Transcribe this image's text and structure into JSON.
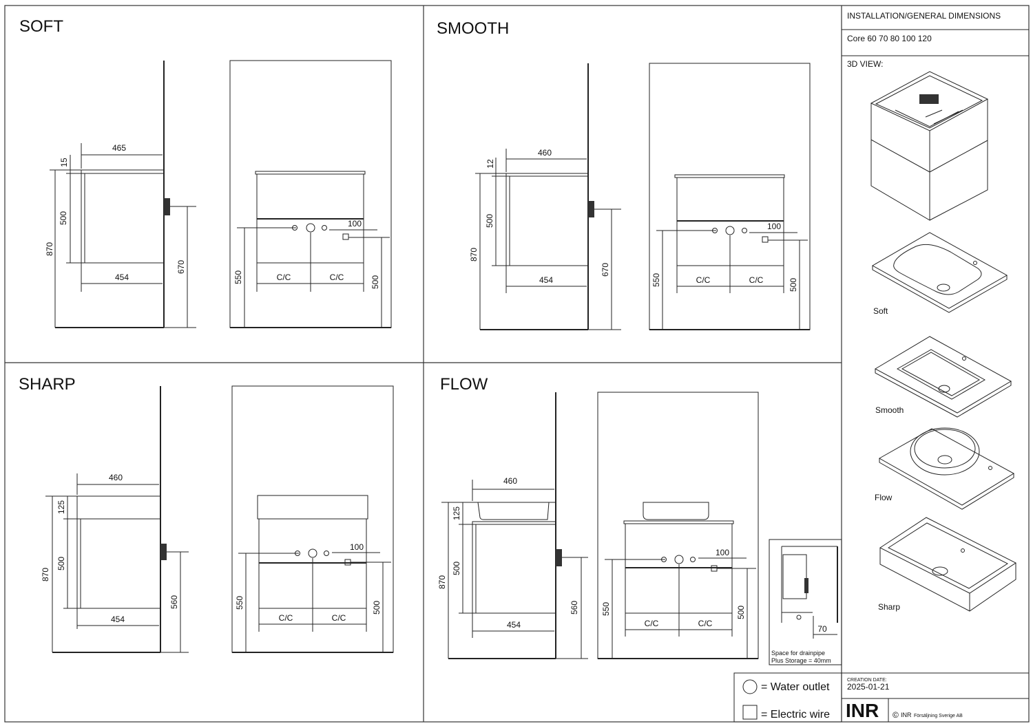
{
  "sections": {
    "soft": "SOFT",
    "smooth": "SMOOTH",
    "sharp": "SHARP",
    "flow": "FLOW"
  },
  "dims": {
    "soft": {
      "depth_top": "465",
      "top_th": "15",
      "cab_h": "500",
      "total_h": "870",
      "depth": "454",
      "wall_h": "670",
      "pipe_w": "100",
      "left_h": "550",
      "right_h": "500",
      "cc": "C/C"
    },
    "smooth": {
      "depth_top": "460",
      "top_th": "12",
      "cab_h": "500",
      "total_h": "870",
      "depth": "454",
      "wall_h": "670",
      "pipe_w": "100",
      "left_h": "550",
      "right_h": "500",
      "cc": "C/C"
    },
    "sharp": {
      "depth_top": "460",
      "top_th": "125",
      "cab_h": "500",
      "total_h": "870",
      "depth": "454",
      "wall_h": "560",
      "pipe_w": "100",
      "left_h": "550",
      "right_h": "500",
      "cc": "C/C"
    },
    "flow": {
      "depth_top": "460",
      "top_th": "125",
      "cab_h": "500",
      "total_h": "870",
      "depth": "454",
      "wall_h": "560",
      "pipe_w": "100",
      "left_h": "550",
      "right_h": "500",
      "cc": "C/C"
    }
  },
  "drainpipe": {
    "width": "70",
    "note_line1": "Space for drainpipe",
    "note_line2": "Plus Storage =  40mm"
  },
  "legend": {
    "water": "= Water outlet",
    "electric": "= Electric wire"
  },
  "panel": {
    "title": "INSTALLATION/GENERAL DIMENSIONS",
    "models": "Core 60 70 80 100 120",
    "view": "3D VIEW:",
    "basins": [
      "Soft",
      "Smooth",
      "Flow",
      "Sharp"
    ]
  },
  "footer": {
    "creation_label": "CREATION DATE:",
    "creation_date": "2025-01-21",
    "logo": "INR",
    "copyright_symbol": "©",
    "copyright_brand": "INR",
    "copyright_company": "Försäljning Sverige AB"
  }
}
